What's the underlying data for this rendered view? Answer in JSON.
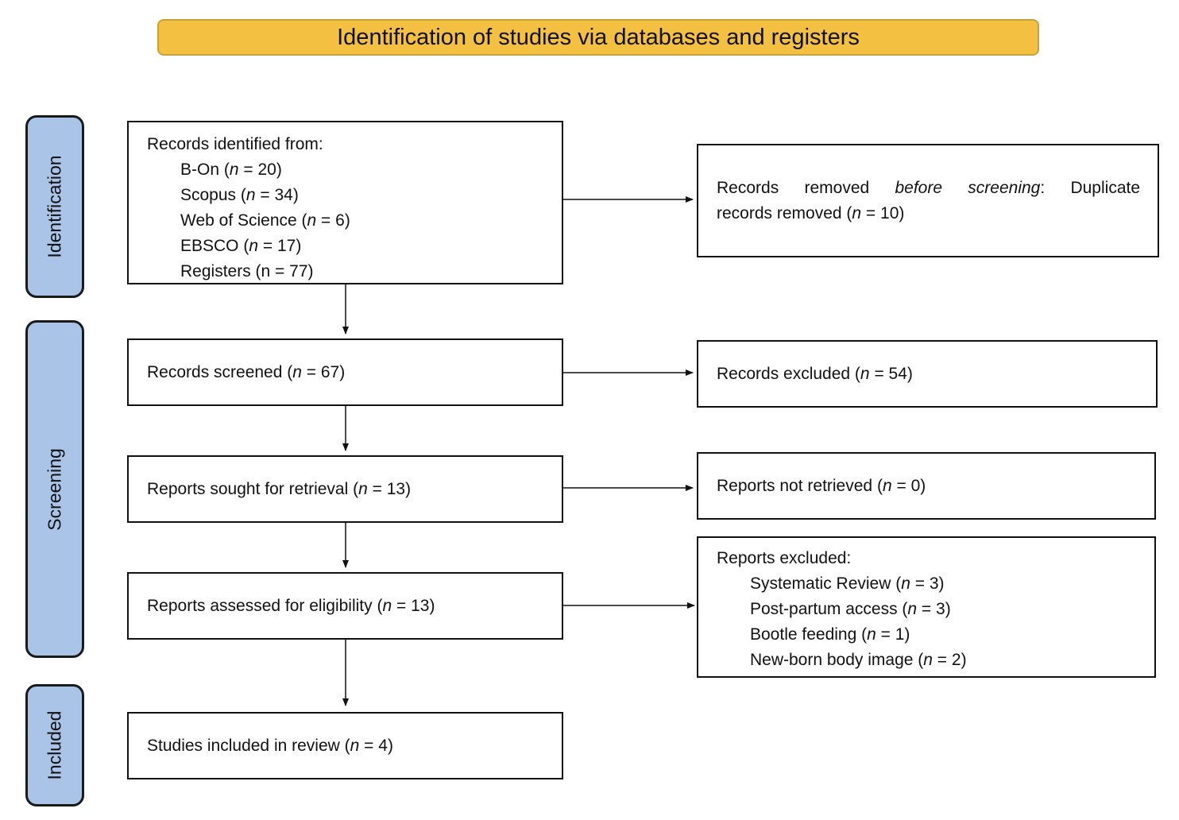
{
  "header": {
    "title": "Identification of studies via databases and registers"
  },
  "stages": {
    "identification": "Identification",
    "screening": "Screening",
    "included": "Included"
  },
  "identification_box": {
    "heading": "Records identified from:",
    "sources": [
      {
        "name": "B-On",
        "n": "20"
      },
      {
        "name": "Scopus",
        "n": "34"
      },
      {
        "name": "Web of Science",
        "n": "6"
      },
      {
        "name": "EBSCO",
        "n": "17"
      },
      {
        "name": "Registers",
        "n": "77"
      }
    ]
  },
  "removed_box": {
    "w1": "Records",
    "w2": "removed",
    "w3": "before",
    "w4": "screening",
    "w5": ": Duplicate",
    "line2": "records removed",
    "n": "10"
  },
  "screened": {
    "label": "Records screened",
    "n": "67"
  },
  "excluded": {
    "label": "Records excluded",
    "n": "54"
  },
  "sought": {
    "label": "Reports sought for retrieval",
    "n": "13"
  },
  "not_retrieved": {
    "label": "Reports not retrieved",
    "n": "0"
  },
  "assessed": {
    "label": "Reports assessed for eligibility",
    "n": "13"
  },
  "reports_excluded": {
    "heading": "Reports excluded:",
    "reasons": [
      {
        "name": "Systematic Review",
        "n": "3"
      },
      {
        "name": "Post-partum access",
        "n": "3"
      },
      {
        "name": "Bootle feeding",
        "n": "1"
      },
      {
        "name": "New-born body image",
        "n": "2"
      }
    ]
  },
  "included_box": {
    "label": "Studies included in review",
    "n": "4"
  },
  "notation": {
    "n_symbol": "n",
    "eq": " = "
  },
  "colors": {
    "header_fill": "#f3c042",
    "stage_fill": "#a9c4e7"
  }
}
